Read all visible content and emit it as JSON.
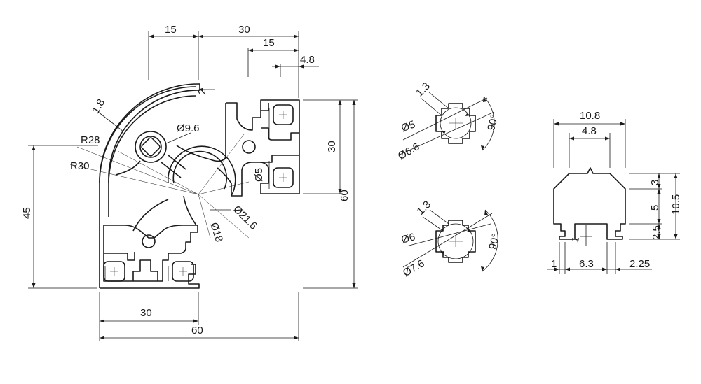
{
  "profile": {
    "dims": {
      "top_15": "15",
      "top_30": "30",
      "top_15b": "15",
      "top_4_8": "4.8",
      "d2": "2",
      "d1_8": "1.8",
      "r28": "R28",
      "r30": "R30",
      "phi9_6": "Ø9.6",
      "phi5": "Ø5",
      "phi21_6": "Ø21.6",
      "phi18": "Ø18",
      "v30": "30",
      "v60": "60",
      "v45": "45",
      "b30": "30",
      "b60": "60"
    }
  },
  "hole_a": {
    "d1_3": "1.3",
    "phi5": "Ø5",
    "phi6_6": "Ø6.6",
    "angle": "90°"
  },
  "hole_b": {
    "d1_3": "1.3",
    "phi6": "Ø6",
    "phi7_6": "Ø7.6",
    "angle": "90°"
  },
  "slot_nut": {
    "w10_8": "10.8",
    "w4_8": "4.8",
    "h3": "3",
    "h5": "5",
    "h10_5": "10.5",
    "h2_5": "2.5",
    "b1": "1",
    "b6_3": "6.3",
    "b2_25": "2.25",
    "tick1": "1"
  }
}
